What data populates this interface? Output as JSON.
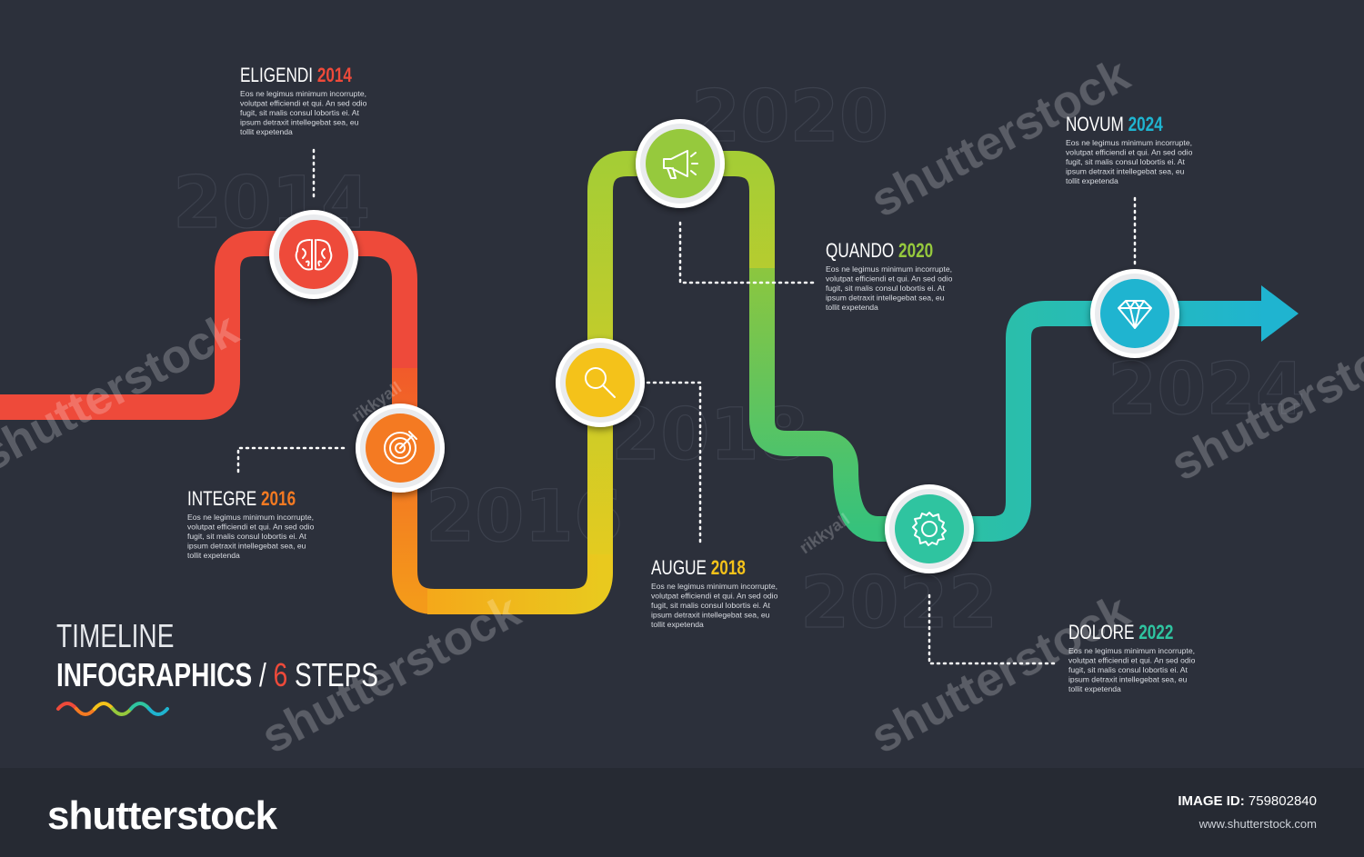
{
  "colors": {
    "background": "#2c303b",
    "footer": "#262a33",
    "year_watermark": "#3a3f4b"
  },
  "steps": [
    {
      "title": "ELIGENDI",
      "year": "2014",
      "color": "#ee4a3a",
      "icon": "brain-icon",
      "body": [
        "Eos ne legimus minimum incorrupte,",
        "volutpat efficiendi et qui. An sed odio",
        "fugit, sit malis consul lobortis ei. At",
        "ipsum detraxit intellegebat sea, eu",
        "tollit expetenda"
      ]
    },
    {
      "title": "INTEGRE",
      "year": "2016",
      "color": "#f47a22",
      "icon": "target-icon",
      "body": [
        "Eos ne legimus minimum incorrupte,",
        "volutpat efficiendi et qui. An sed odio",
        "fugit, sit malis consul lobortis ei. At",
        "ipsum detraxit intellegebat sea, eu",
        "tollit expetenda"
      ]
    },
    {
      "title": "AUGUE",
      "year": "2018",
      "color": "#f4c21a",
      "icon": "magnifier-icon",
      "body": [
        "Eos ne legimus minimum incorrupte,",
        "volutpat efficiendi et qui. An sed odio",
        "fugit, sit malis consul lobortis ei. At",
        "ipsum detraxit intellegebat sea, eu",
        "tollit expetenda"
      ]
    },
    {
      "title": "QUANDO",
      "year": "2020",
      "color": "#96c93d",
      "icon": "megaphone-icon",
      "body": [
        "Eos ne legimus minimum incorrupte,",
        "volutpat efficiendi et qui. An sed odio",
        "fugit, sit malis consul lobortis ei. At",
        "ipsum detraxit intellegebat sea, eu",
        "tollit expetenda"
      ]
    },
    {
      "title": "DOLORE",
      "year": "2022",
      "color": "#2fc4a0",
      "icon": "gear-icon",
      "body": [
        "Eos ne legimus minimum incorrupte,",
        "volutpat efficiendi et qui. An sed odio",
        "fugit, sit malis consul lobortis ei. At",
        "ipsum detraxit intellegebat sea, eu",
        "tollit expetenda"
      ]
    },
    {
      "title": "NOVUM",
      "year": "2024",
      "color": "#1fb4d0",
      "icon": "diamond-icon",
      "body": [
        "Eos ne legimus minimum incorrupte,",
        "volutpat efficiendi et qui. An sed odio",
        "fugit, sit malis consul lobortis ei. At",
        "ipsum detraxit intellegebat sea, eu",
        "tollit expetenda"
      ]
    }
  ],
  "headline": {
    "line1": "TIMELINE",
    "line2_main": "INFOGRAPHICS",
    "line2_sep": " / ",
    "line2_num": "6",
    "line2_tail": " STEPS",
    "accent": "#ee4a3a"
  },
  "watermark": {
    "brand": "shutterstock",
    "author": "rikkyall"
  },
  "footer": {
    "logo": "shutterstock",
    "image_id_label": "IMAGE ID:",
    "image_id_value": "759802840",
    "site": "www.shutterstock.com"
  }
}
